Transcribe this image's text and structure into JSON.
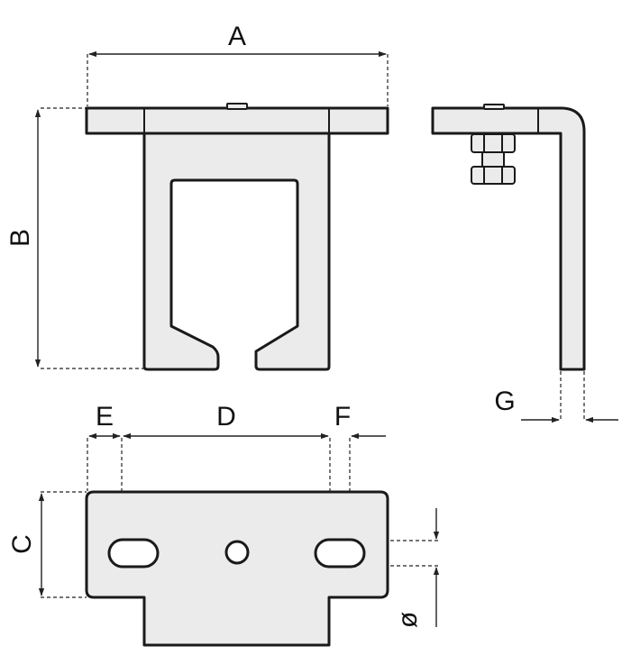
{
  "dimension_labels": {
    "A": "A",
    "B": "B",
    "C": "C",
    "D": "D",
    "E": "E",
    "F": "F",
    "G": "G",
    "diameter": "ø"
  },
  "colors": {
    "part_fill": "#ebebeb",
    "outline": "#1a1a1a",
    "background": "#ffffff"
  }
}
